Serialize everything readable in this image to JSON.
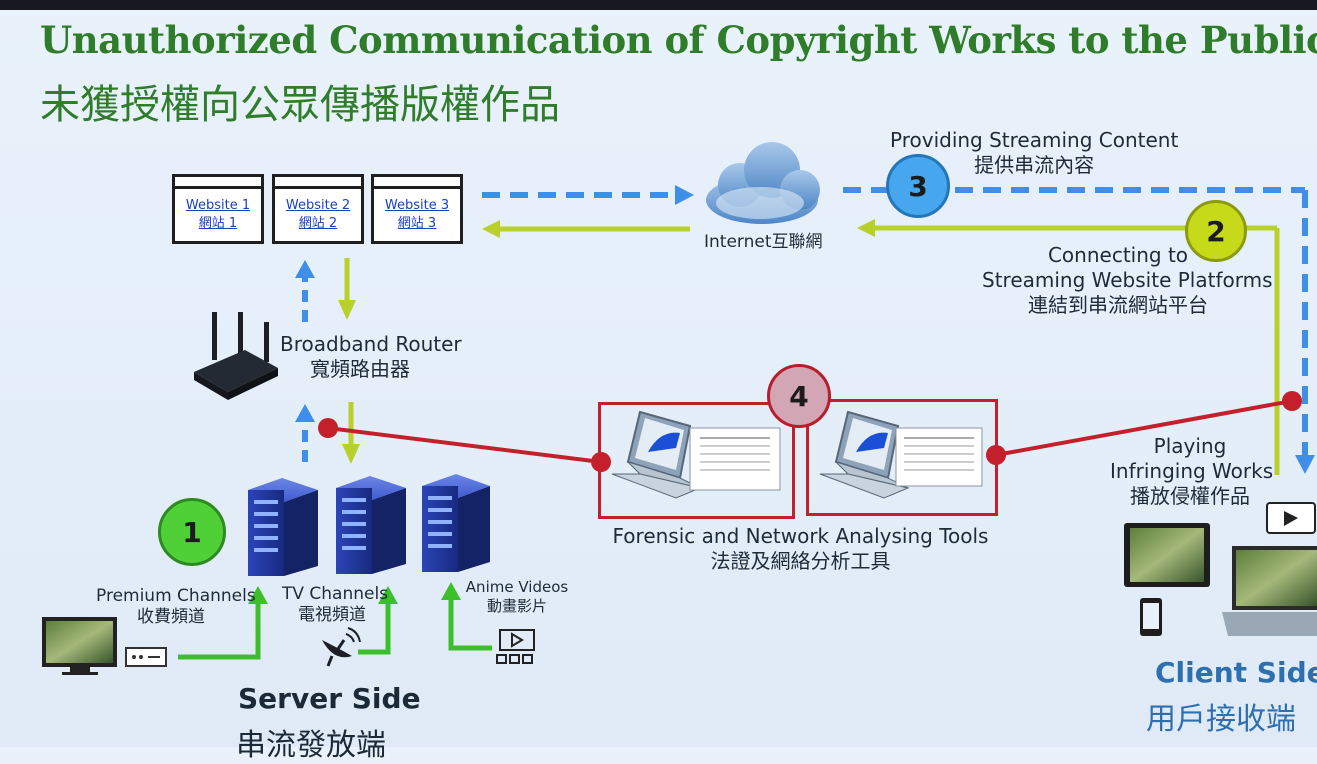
{
  "title": {
    "english": "Unauthorized Communication of Copyright Works to the Public",
    "chinese": "未獲授權向公眾傳播版權作品"
  },
  "websites": [
    {
      "name": "Website 1",
      "zh": "網站 1"
    },
    {
      "name": "Website 2",
      "zh": "網站 2"
    },
    {
      "name": "Website 3",
      "zh": "網站 3"
    }
  ],
  "internet": {
    "label": "Internet互聯網"
  },
  "router": {
    "label_en": "Broadband Router",
    "label_zh": "寬頻路由器"
  },
  "steps": {
    "one": "1",
    "two": "2",
    "three": "3",
    "four": "4"
  },
  "providing": {
    "label_en": "Providing Streaming Content",
    "label_zh": "提供串流內容"
  },
  "connecting": {
    "line1": "Connecting to",
    "line2": "Streaming Website Platforms",
    "zh": "連結到串流網站平台"
  },
  "playing": {
    "line1": "Playing",
    "line2": "Infringing Works",
    "zh": "播放侵權作品"
  },
  "tools": {
    "label_en": "Forensic and Network Analysing Tools",
    "label_zh": "法證及網絡分析工具"
  },
  "sources": {
    "premium": {
      "en": "Premium Channels",
      "zh": "收費頻道"
    },
    "tv": {
      "en": "TV Channels",
      "zh": "電視頻道"
    },
    "anime": {
      "en": "Anime Videos",
      "zh": "動畫影片"
    }
  },
  "server_side": {
    "en": "Server Side",
    "zh": "串流發放端"
  },
  "client_side": {
    "en": "Client Side",
    "zh": "用戶接收端"
  },
  "colors": {
    "title_green": "#2f7d2a",
    "blue_flow": "#3f8fe8",
    "green_flow": "#b7d02a",
    "upload_green": "#3cbf2a",
    "forensic_red": "#c4202c",
    "heading_blue": "#2e6fb0"
  }
}
